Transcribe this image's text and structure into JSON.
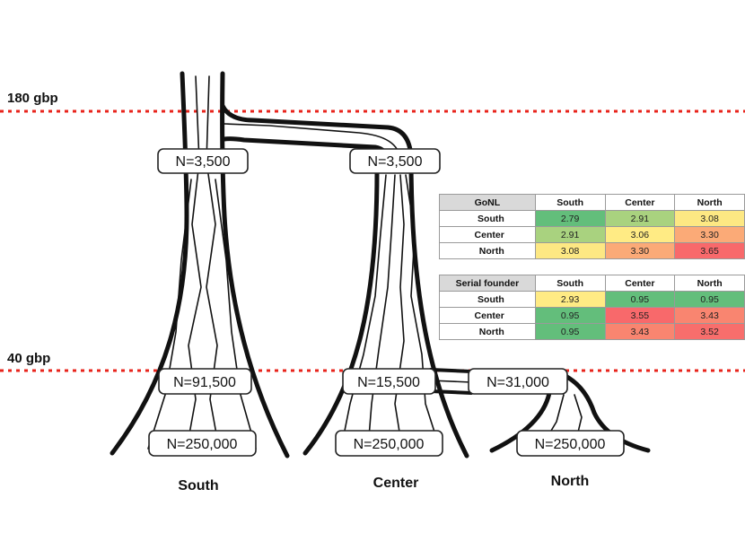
{
  "generations": {
    "upper": "180 gbp",
    "lower": "40 gbp"
  },
  "populations": {
    "south": "South",
    "center": "Center",
    "north": "North"
  },
  "sizes": {
    "south_founder": "N=3,500",
    "center_founder": "N=3,500",
    "south_mid": "N=91,500",
    "center_mid": "N=15,500",
    "north_mid": "N=31,000",
    "south_now": "N=250,000",
    "center_now": "N=250,000",
    "north_now": "N=250,000"
  },
  "colors": {
    "generation_line": "#e8241c",
    "branch": "#111111",
    "heat_green": "#63be7b",
    "heat_yellow": "#ffeb84",
    "heat_red": "#f8696b"
  },
  "tables": [
    {
      "title": "GoNL",
      "columns": [
        "South",
        "Center",
        "North"
      ],
      "rows": [
        {
          "label": "South",
          "cells": [
            {
              "v": "2.79",
              "bg": "#63be7b"
            },
            {
              "v": "2.91",
              "bg": "#a9d27f"
            },
            {
              "v": "3.08",
              "bg": "#fde883"
            }
          ]
        },
        {
          "label": "Center",
          "cells": [
            {
              "v": "2.91",
              "bg": "#a9d27f"
            },
            {
              "v": "3.06",
              "bg": "#ffeb84"
            },
            {
              "v": "3.30",
              "bg": "#fbaa77"
            }
          ]
        },
        {
          "label": "North",
          "cells": [
            {
              "v": "3.08",
              "bg": "#fde883"
            },
            {
              "v": "3.30",
              "bg": "#fbaa77"
            },
            {
              "v": "3.65",
              "bg": "#f8696b"
            }
          ]
        }
      ]
    },
    {
      "title": "Serial founder",
      "columns": [
        "South",
        "Center",
        "North"
      ],
      "rows": [
        {
          "label": "South",
          "cells": [
            {
              "v": "2.93",
              "bg": "#ffeb84"
            },
            {
              "v": "0.95",
              "bg": "#63be7b"
            },
            {
              "v": "0.95",
              "bg": "#63be7b"
            }
          ]
        },
        {
          "label": "Center",
          "cells": [
            {
              "v": "0.95",
              "bg": "#63be7b"
            },
            {
              "v": "3.55",
              "bg": "#f8696b"
            },
            {
              "v": "3.43",
              "bg": "#f98570"
            }
          ]
        },
        {
          "label": "North",
          "cells": [
            {
              "v": "0.95",
              "bg": "#63be7b"
            },
            {
              "v": "3.43",
              "bg": "#f98570"
            },
            {
              "v": "3.52",
              "bg": "#f86e6c"
            }
          ]
        }
      ]
    }
  ]
}
